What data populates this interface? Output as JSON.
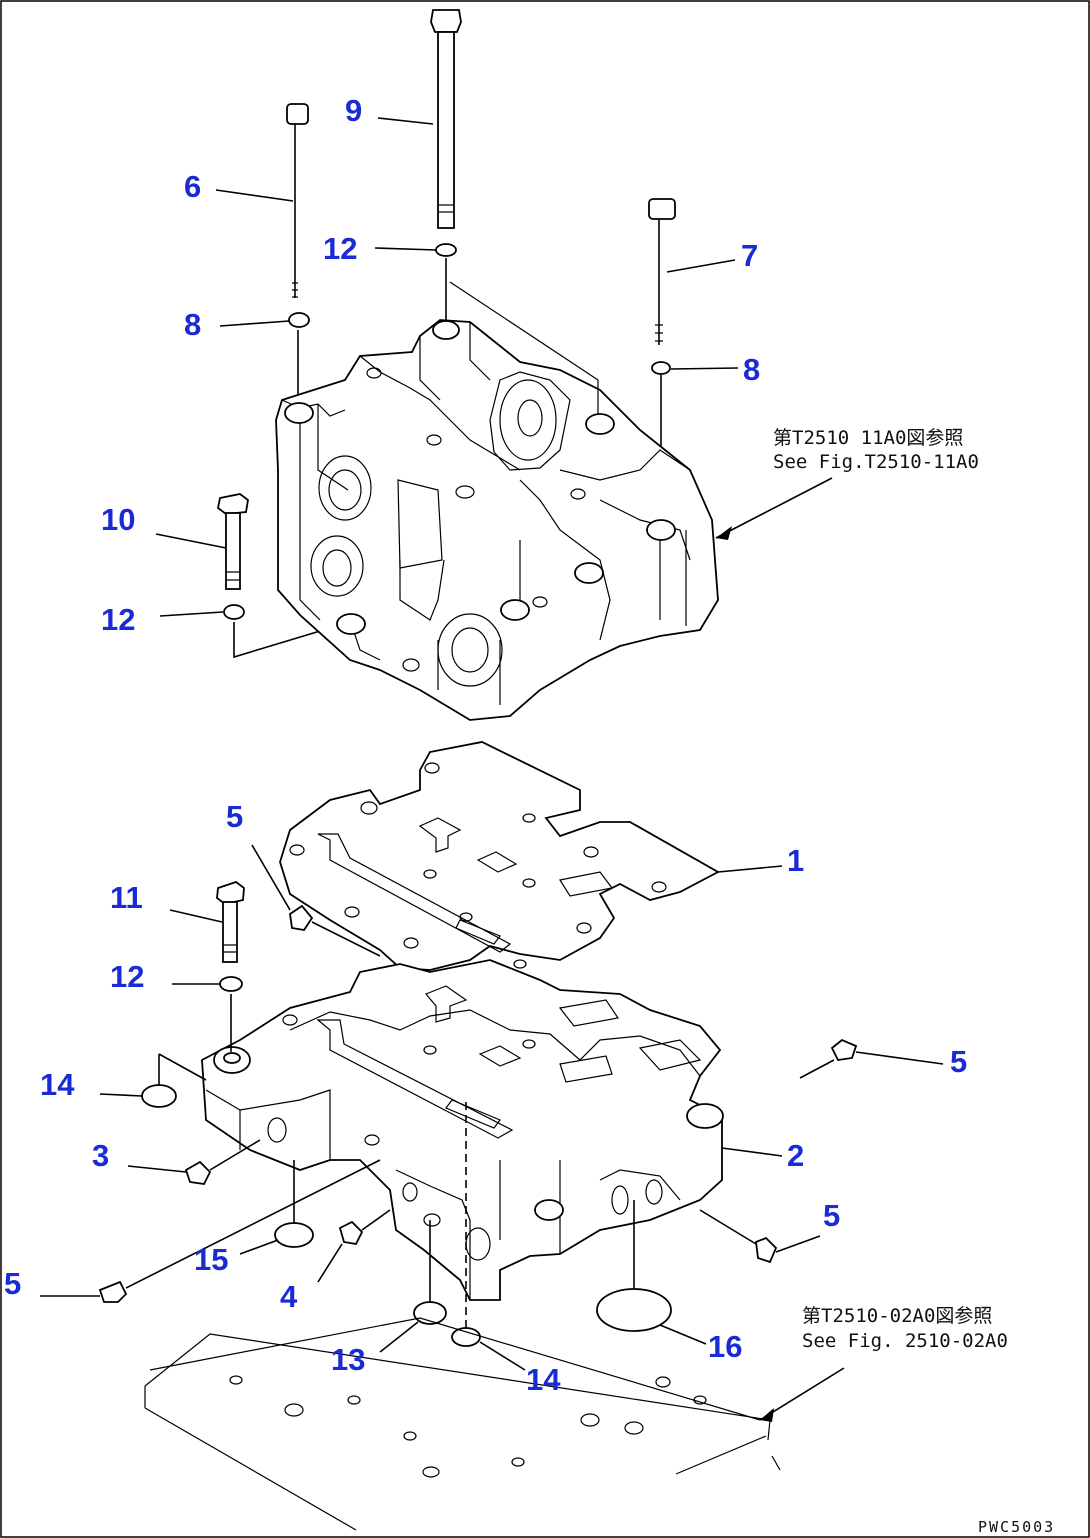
{
  "callouts": {
    "c1": "1",
    "c2": "2",
    "c3": "3",
    "c4": "4",
    "c5a": "5",
    "c5b": "5",
    "c5c": "5",
    "c5d": "5",
    "c6": "6",
    "c7": "7",
    "c8a": "8",
    "c8b": "8",
    "c9": "9",
    "c10": "10",
    "c11": "11",
    "c12a": "12",
    "c12b": "12",
    "c12c": "12",
    "c13": "13",
    "c14a": "14",
    "c14b": "14",
    "c15": "15",
    "c16": "16"
  },
  "references": {
    "upper": {
      "line1": "第T2510 11A0図参照",
      "line2": "See Fig.T2510-11A0"
    },
    "lower": {
      "line1": "第T2510-02A0図参照",
      "line2": "See Fig. 2510-02A0"
    }
  },
  "drawing_code": "PWC5003",
  "colors": {
    "callout": "#1a2bd6",
    "line": "#000000",
    "background": "#ffffff"
  }
}
